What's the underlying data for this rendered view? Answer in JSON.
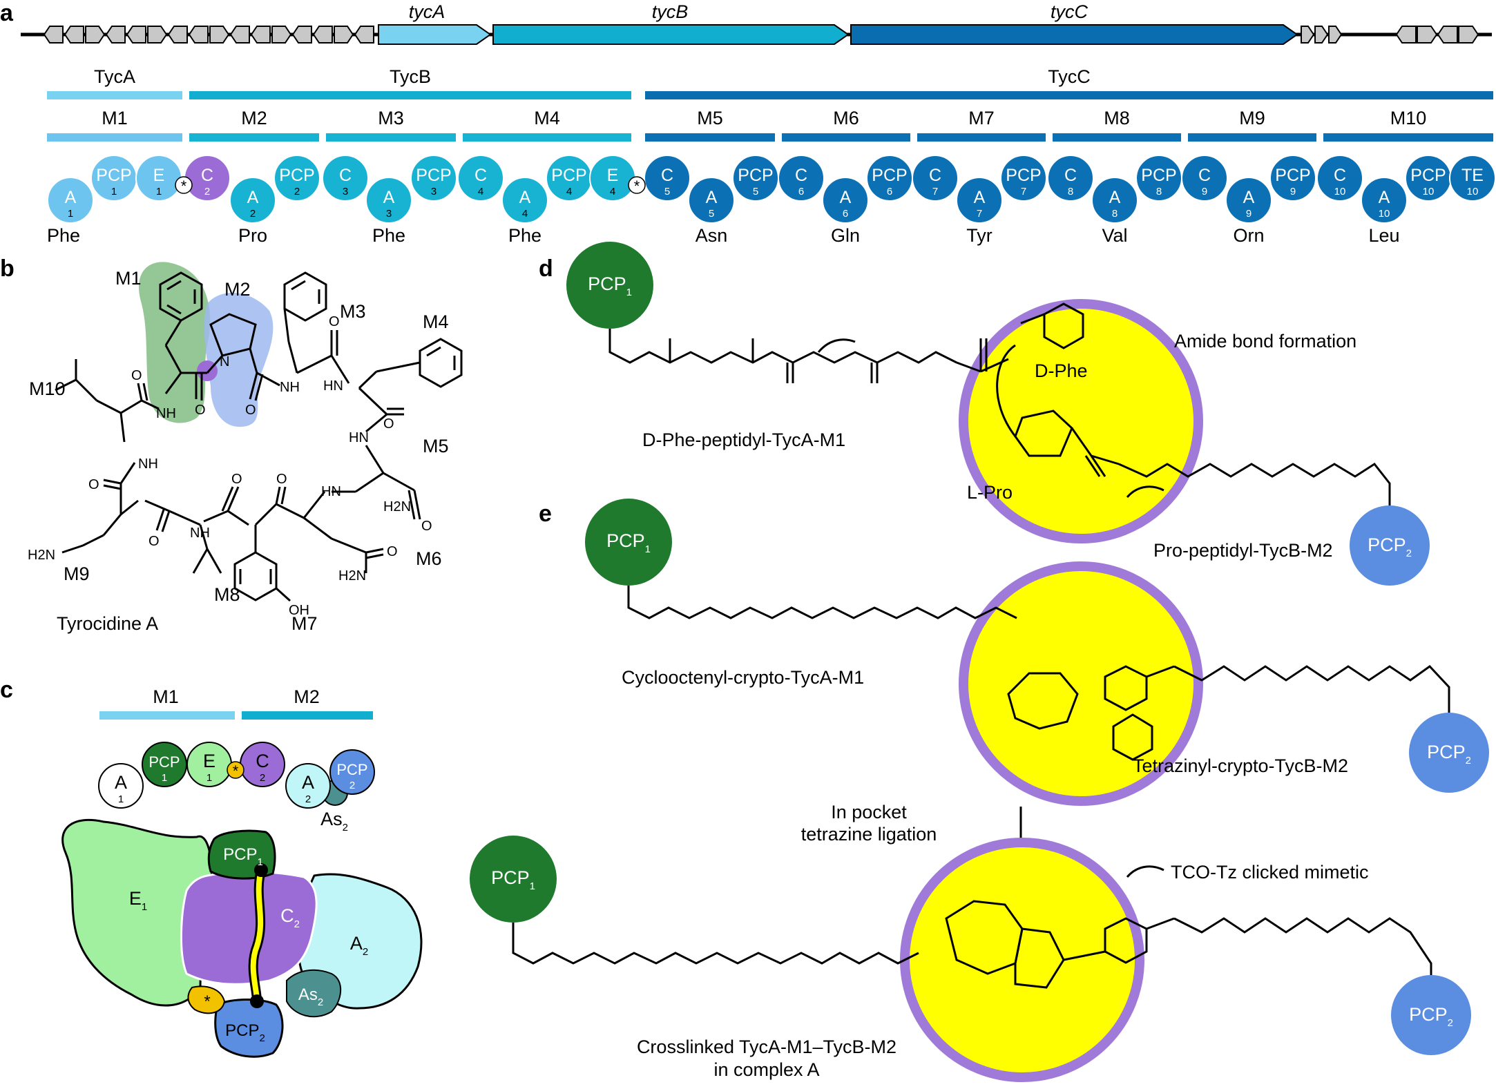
{
  "panels": {
    "a": "a",
    "b": "b",
    "c": "c",
    "d": "d",
    "e": "e"
  },
  "genes": [
    "tycA",
    "tycB",
    "tycC"
  ],
  "proteins": [
    "TycA",
    "TycB",
    "TycC"
  ],
  "modules": [
    "M1",
    "M2",
    "M3",
    "M4",
    "M5",
    "M6",
    "M7",
    "M8",
    "M9",
    "M10"
  ],
  "domains": {
    "A": "A",
    "PCP": "PCP",
    "E": "E",
    "C": "C",
    "TE": "TE",
    "As": "As",
    "numbers": [
      "1",
      "2",
      "3",
      "4",
      "5",
      "6",
      "7",
      "8",
      "9",
      "10"
    ],
    "star": "*"
  },
  "substrates": [
    "Phe",
    "Pro",
    "Phe",
    "Phe",
    "Asn",
    "Gln",
    "Tyr",
    "Val",
    "Orn",
    "Leu"
  ],
  "colors": {
    "tycA": "#79d2f0",
    "tycB": "#12aed0",
    "tycC": "#0a6db0",
    "m1": "#6cc4ef",
    "m2": "#18b2d3",
    "m5": "#0b70b4",
    "c2": "#9b6cd6",
    "pcp1_green": "#1f7a2e",
    "pcp2_blue": "#5b8de0",
    "yellow": "#ffff00",
    "purple_ring": "#a07ad8",
    "grey_gene": "#c8c8c8"
  },
  "panel_b": {
    "title": "Tyrocidine A",
    "module_labels": [
      "M1",
      "M2",
      "M3",
      "M4",
      "M5",
      "M6",
      "M7",
      "M8",
      "M9",
      "M10"
    ],
    "atoms": [
      "N",
      "NH",
      "HN",
      "O",
      "OH",
      "H2N"
    ]
  },
  "panel_c": {
    "bar_labels": [
      "M1",
      "M2"
    ],
    "region_labels": [
      "E",
      "C",
      "A",
      "PCP",
      "As"
    ]
  },
  "panel_d": {
    "pcp1": "PCP",
    "pcp2": "PCP",
    "left_caption": "D-Phe-peptidyl-TycA-M1",
    "right_caption": "Pro-peptidyl-TycB-M2",
    "reaction": "Amide bond formation",
    "d_phe": "D-Phe",
    "l_pro": "L-Pro"
  },
  "panel_e": {
    "pcp1": "PCP",
    "pcp2": "PCP",
    "left_caption": "Cyclooctenyl-crypto-TycA-M1",
    "right_caption": "Tetrazinyl-crypto-TycB-M2",
    "arrow_label_1": "In pocket",
    "arrow_label_2": "tetrazine ligation",
    "product_note": "TCO-Tz clicked mimetic",
    "bottom_caption_1": "Crosslinked TycA-M1–TycB-M2",
    "bottom_caption_2": "in complex A"
  }
}
